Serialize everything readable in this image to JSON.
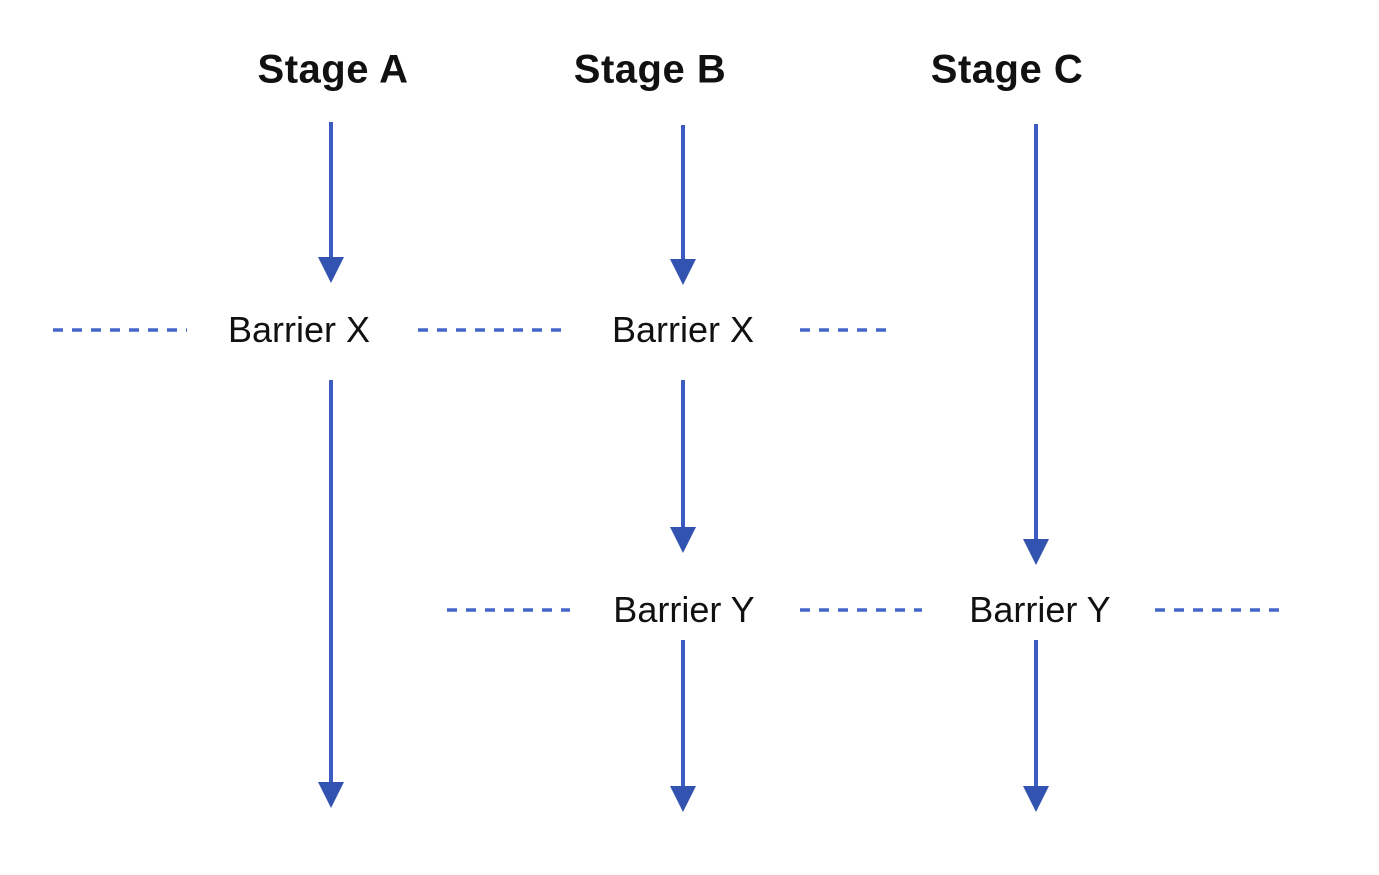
{
  "diagram": {
    "title": "stage-barrier-flow-diagram",
    "stages": [
      {
        "label": "Stage A"
      },
      {
        "label": "Stage B"
      },
      {
        "label": "Stage C"
      }
    ],
    "barriers": {
      "x": {
        "label": "Barrier X"
      },
      "y": {
        "label": "Barrier Y"
      }
    }
  },
  "colors": {
    "arrow-blue": "#3b5cc0",
    "head-blue": "#3253b0",
    "dash-blue": "#4466c8",
    "text-color": "#111111",
    "bg-color": "#ffffff"
  }
}
